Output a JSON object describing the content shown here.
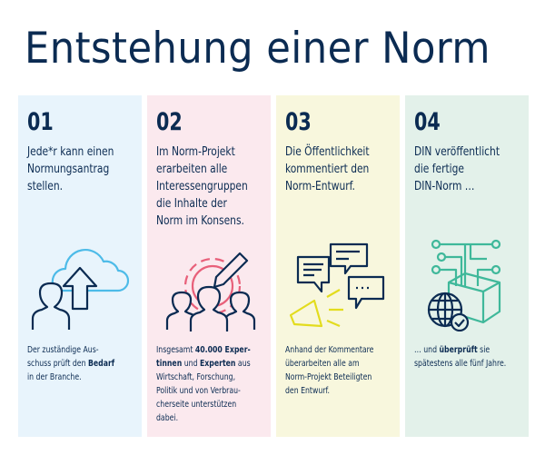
{
  "title": "Entstehung einer Norm",
  "colors": {
    "navy": "#0b2b52",
    "col1_bg": "#e8f4fc",
    "col2_bg": "#fbe9ee",
    "col3_bg": "#f8f7dd",
    "col4_bg": "#e3f1ea",
    "col1_accent": "#4dbbe8",
    "col2_accent": "#e8607a",
    "col3_accent": "#e3dc1e",
    "col4_accent": "#3fb89a"
  },
  "steps": [
    {
      "num": "01",
      "title": [
        "Jede*r kann einen",
        "Normungsantrag",
        "stellen."
      ],
      "icon": "cloud-upload-person-icon",
      "desc": [
        [
          "Der zuständige Aus-"
        ],
        [
          "schuss prüft den ",
          "Bedarf"
        ],
        [
          "in der Branche."
        ]
      ]
    },
    {
      "num": "02",
      "title": [
        "Im Norm-Projekt",
        "erarbeiten alle",
        "Interessengruppen",
        "die Inhalte der",
        "Norm im Konsens."
      ],
      "icon": "gear-pencil-group-icon",
      "desc": [
        [
          "Insgesamt ",
          "40.000 Exper-"
        ],
        [
          "tinnen",
          " und ",
          "Experten",
          " aus"
        ],
        [
          "Wirtschaft, Forschung,"
        ],
        [
          "Politik und von Verbrau-"
        ],
        [
          "cherseite unterstützen"
        ],
        [
          "dabei."
        ]
      ]
    },
    {
      "num": "03",
      "title": [
        "Die Öffentlichkeit",
        "kommentiert den",
        "Norm-Entwurf."
      ],
      "icon": "megaphone-comments-icon",
      "desc": [
        [
          "Anhand der Kommentare"
        ],
        [
          "überarbeiten alle am"
        ],
        [
          "Norm-Projekt Beteiligten"
        ],
        [
          "den Entwurf."
        ]
      ]
    },
    {
      "num": "04",
      "title": [
        "DIN veröffentlicht",
        "die fertige",
        "DIN-Norm …"
      ],
      "icon": "globe-box-network-icon",
      "desc": [
        [
          "… und ",
          "überprüft",
          " sie"
        ],
        [
          "spätestens alle fünf Jahre."
        ]
      ]
    }
  ]
}
